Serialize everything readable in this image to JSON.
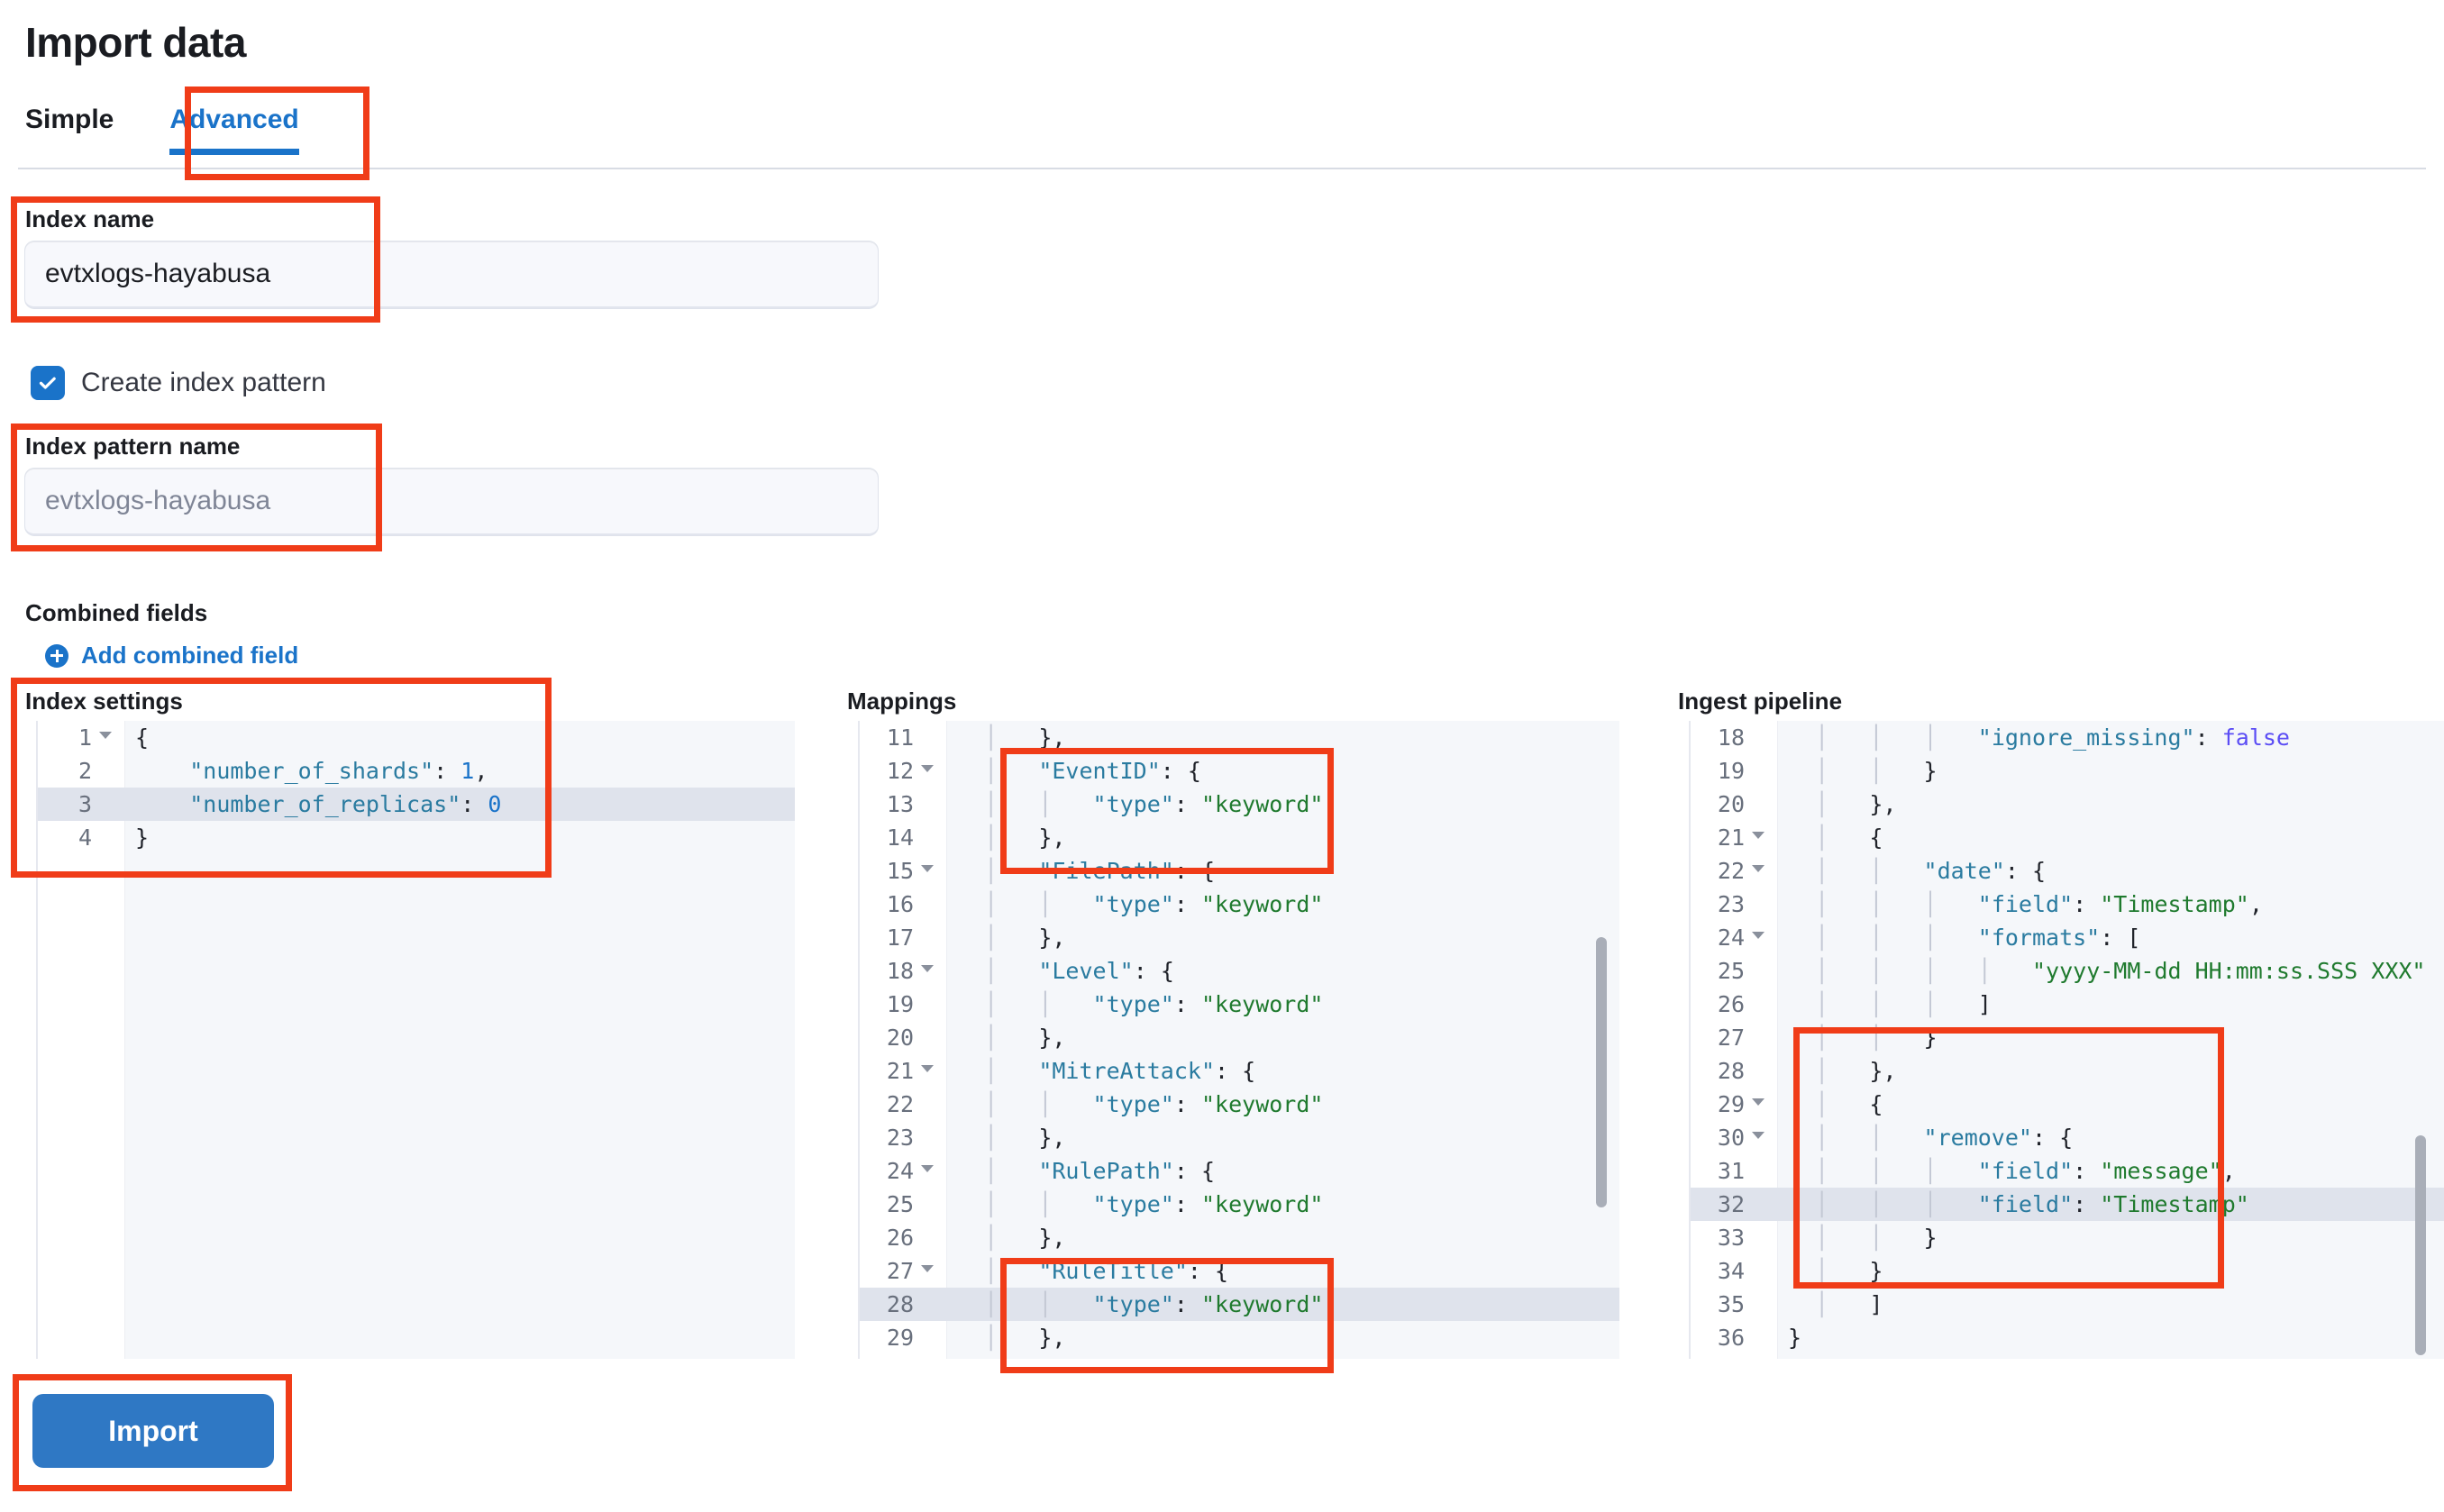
{
  "page": {
    "title": "Import data"
  },
  "tabs": [
    {
      "label": "Simple",
      "active": false
    },
    {
      "label": "Advanced",
      "active": true
    }
  ],
  "form": {
    "index_name_label": "Index name",
    "index_name_value": "evtxlogs-hayabusa",
    "create_index_pattern_label": "Create index pattern",
    "create_index_pattern_checked": true,
    "index_pattern_name_label": "Index pattern name",
    "index_pattern_name_placeholder": "evtxlogs-hayabusa",
    "combined_fields_label": "Combined fields",
    "add_combined_field_label": "Add combined field"
  },
  "editors": {
    "index_settings": {
      "title": "Index settings",
      "first_line": 1,
      "highlight_line": 3,
      "lines": [
        {
          "n": 1,
          "fold": true,
          "code": "{"
        },
        {
          "n": 2,
          "fold": false,
          "code": "    \"number_of_shards\": 1,"
        },
        {
          "n": 3,
          "fold": false,
          "code": "    \"number_of_replicas\": 0"
        },
        {
          "n": 4,
          "fold": false,
          "code": "}"
        }
      ]
    },
    "mappings": {
      "title": "Mappings",
      "first_line": 11,
      "highlight_line": 28,
      "lines": [
        {
          "n": 11,
          "fold": false,
          "code": "  │   },"
        },
        {
          "n": 12,
          "fold": true,
          "code": "  │   \"EventID\": {"
        },
        {
          "n": 13,
          "fold": false,
          "code": "  │   │   \"type\": \"keyword\""
        },
        {
          "n": 14,
          "fold": false,
          "code": "  │   },"
        },
        {
          "n": 15,
          "fold": true,
          "code": "  │   \"FilePath\": {"
        },
        {
          "n": 16,
          "fold": false,
          "code": "  │   │   \"type\": \"keyword\""
        },
        {
          "n": 17,
          "fold": false,
          "code": "  │   },"
        },
        {
          "n": 18,
          "fold": true,
          "code": "  │   \"Level\": {"
        },
        {
          "n": 19,
          "fold": false,
          "code": "  │   │   \"type\": \"keyword\""
        },
        {
          "n": 20,
          "fold": false,
          "code": "  │   },"
        },
        {
          "n": 21,
          "fold": true,
          "code": "  │   \"MitreAttack\": {"
        },
        {
          "n": 22,
          "fold": false,
          "code": "  │   │   \"type\": \"keyword\""
        },
        {
          "n": 23,
          "fold": false,
          "code": "  │   },"
        },
        {
          "n": 24,
          "fold": true,
          "code": "  │   \"RulePath\": {"
        },
        {
          "n": 25,
          "fold": false,
          "code": "  │   │   \"type\": \"keyword\""
        },
        {
          "n": 26,
          "fold": false,
          "code": "  │   },"
        },
        {
          "n": 27,
          "fold": true,
          "code": "  │   \"RuleTitle\": {"
        },
        {
          "n": 28,
          "fold": false,
          "code": "  │   │   \"type\": \"keyword\""
        },
        {
          "n": 29,
          "fold": false,
          "code": "  │   },"
        }
      ]
    },
    "ingest_pipeline": {
      "title": "Ingest pipeline",
      "first_line": 18,
      "highlight_line": 32,
      "lines": [
        {
          "n": 18,
          "fold": false,
          "code": "  │   │   │   \"ignore_missing\": false"
        },
        {
          "n": 19,
          "fold": false,
          "code": "  │   │   }"
        },
        {
          "n": 20,
          "fold": false,
          "code": "  │   },"
        },
        {
          "n": 21,
          "fold": true,
          "code": "  │   {"
        },
        {
          "n": 22,
          "fold": true,
          "code": "  │   │   \"date\": {"
        },
        {
          "n": 23,
          "fold": false,
          "code": "  │   │   │   \"field\": \"Timestamp\","
        },
        {
          "n": 24,
          "fold": true,
          "code": "  │   │   │   \"formats\": ["
        },
        {
          "n": 25,
          "fold": false,
          "code": "  │   │   │   │   \"yyyy-MM-dd HH:mm:ss.SSS XXX\""
        },
        {
          "n": 26,
          "fold": false,
          "code": "  │   │   │   ]"
        },
        {
          "n": 27,
          "fold": false,
          "code": "  │   │   }"
        },
        {
          "n": 28,
          "fold": false,
          "code": "  │   },"
        },
        {
          "n": 29,
          "fold": true,
          "code": "  │   {"
        },
        {
          "n": 30,
          "fold": true,
          "code": "  │   │   \"remove\": {"
        },
        {
          "n": 31,
          "fold": false,
          "code": "  │   │   │   \"field\": \"message\","
        },
        {
          "n": 32,
          "fold": false,
          "code": "  │   │   │   \"field\": \"Timestamp\""
        },
        {
          "n": 33,
          "fold": false,
          "code": "  │   │   }"
        },
        {
          "n": 34,
          "fold": false,
          "code": "  │   }"
        },
        {
          "n": 35,
          "fold": false,
          "code": "  │   ]"
        },
        {
          "n": 36,
          "fold": false,
          "code": "}"
        }
      ]
    }
  },
  "actions": {
    "import_label": "Import"
  },
  "colors": {
    "accent": "#1a73c9",
    "highlight_box": "#f03c18",
    "button": "#2f78c4",
    "editor_bg": "#f5f7fa",
    "key": "#2a7ba0",
    "string": "#1f7a2e",
    "number": "#1a73c9",
    "boolean": "#5b4df5"
  }
}
